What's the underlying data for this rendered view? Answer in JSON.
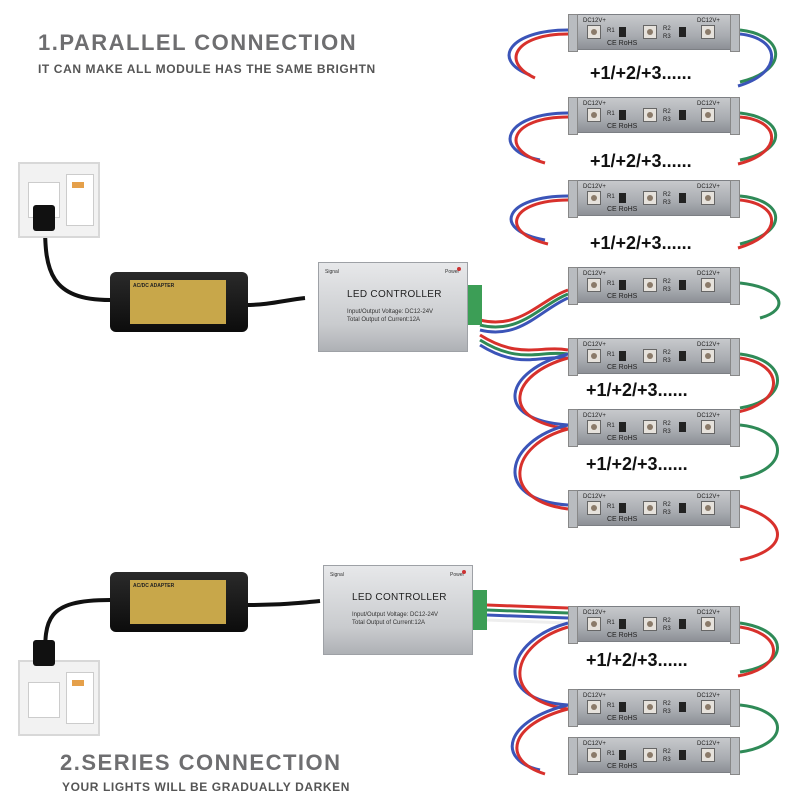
{
  "header": {
    "title": "1.PARALLEL CONNECTION",
    "subtitle": "IT CAN MAKE ALL MODULE HAS THE SAME BRIGHTN"
  },
  "footer": {
    "title": "2.SERIES CONNECTION",
    "subtitle": "YOUR LIGHTS WILL BE GRADUALLY DARKEN"
  },
  "count_label": "+1/+2/+3......",
  "controller": {
    "title": "LED CONTROLLER",
    "spec_line1": "Input/Output Voltage: DC12-24V",
    "spec_line2": "Total Output of Current:12A",
    "signal": "Signal",
    "power": "Power"
  },
  "module": {
    "voltage": "DC12V+",
    "r1": "R1",
    "r2": "R2",
    "r3": "R3",
    "marks": "CE RoHS"
  },
  "adapter_label": "AC/DC ADAPTER",
  "wire_colors": {
    "red": "#d8312c",
    "green": "#2f8a57",
    "blue": "#3b54b8",
    "white": "#eeeeee"
  }
}
